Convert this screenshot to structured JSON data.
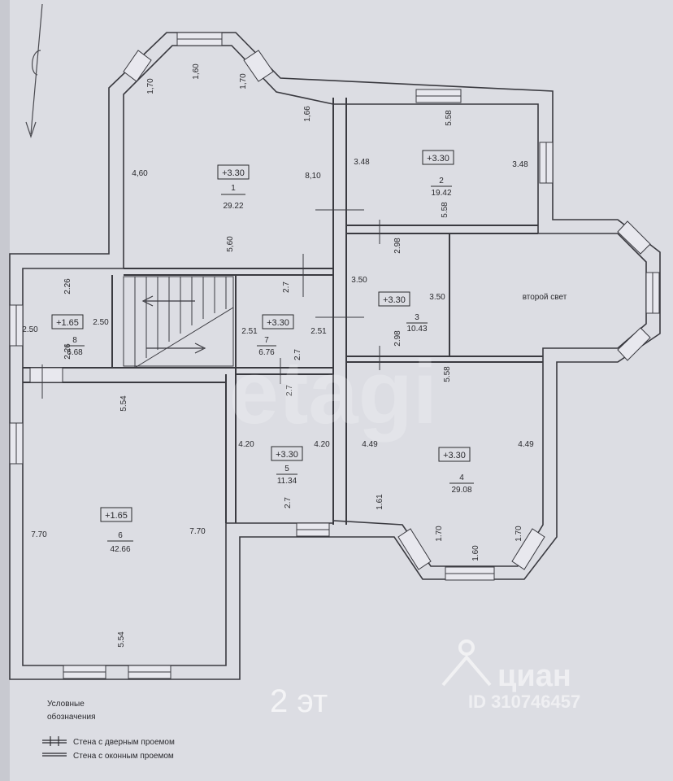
{
  "rooms": [
    {
      "id": "1",
      "level": "+3.30",
      "area": "29.22"
    },
    {
      "id": "2",
      "level": "+3.30",
      "area": "19.42"
    },
    {
      "id": "3",
      "level": "+3.30",
      "area": "10.43"
    },
    {
      "id": "4",
      "level": "+3.30",
      "area": "29.08"
    },
    {
      "id": "5",
      "level": "+3.30",
      "area": "11.34"
    },
    {
      "id": "6",
      "level": "+1.65",
      "area": "42.66"
    },
    {
      "id": "7",
      "level": "+3.30",
      "area": "6.76"
    },
    {
      "id": "8",
      "level": "+1.65",
      "area": "6.68"
    }
  ],
  "second_light_label": "второй свет",
  "dims": {
    "r1_top_left": "1,70",
    "r1_top": "1,60",
    "r1_top_right": "1,70",
    "r1_right_top": "1,66",
    "r1_left": "4,60",
    "r1_right": "8,10",
    "r1_bottom": "5,60",
    "r2_top": "5.58",
    "r2_left": "3.48",
    "r2_right": "3.48",
    "r2_bottom": "5.58",
    "r3_top": "2.98",
    "r3_left": "3.50",
    "r3_right": "3.50",
    "r3_bottom": "2.98",
    "r4_top": "5.58",
    "r4_left": "4.49",
    "r4_right": "4.49",
    "r4_left_low": "1.61",
    "r4_bl": "1.70",
    "r4_b": "1.60",
    "r4_br": "1.70",
    "r5_left": "4.20",
    "r5_right": "4.20",
    "r5_bottom": "2.7",
    "r5_top": "2.7",
    "r7_top": "2.7",
    "r7_left": "2.51",
    "r7_right": "2.51",
    "r7_bottom": "2.7",
    "r8_top": "2.26",
    "r8_left": "2.50",
    "r8_right": "2.50",
    "r8_bottom": "2.26",
    "r6_top": "5.54",
    "r6_left": "7.70",
    "r6_right": "7.70",
    "r6_bottom": "5.54"
  },
  "floor_title": "2 эт",
  "legend": {
    "heading_line1": "Условные",
    "heading_line2": "обозначения",
    "door_wall": "Стена с дверным проемом",
    "window_wall": "Стена с оконным проемом"
  },
  "watermarks": {
    "etagi": "etagi",
    "cian": "циан",
    "cian_id": "ID 310746457"
  }
}
